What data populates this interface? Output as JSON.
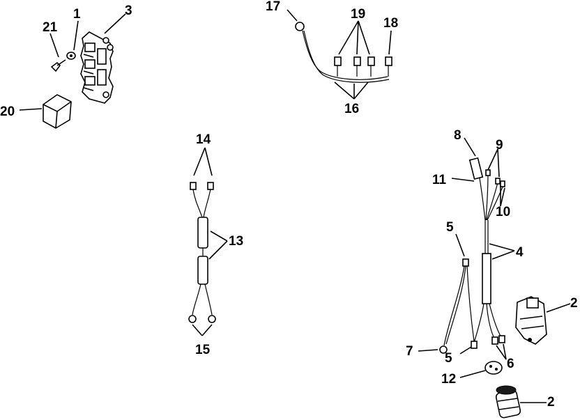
{
  "diagram": {
    "labels": {
      "l1": "1",
      "l2a": "2",
      "l2b": "2",
      "l3": "3",
      "l4": "4",
      "l5a": "5",
      "l5b": "5",
      "l6": "6",
      "l7": "7",
      "l8": "8",
      "l9": "9",
      "l10": "10",
      "l11": "11",
      "l12": "12",
      "l13": "13",
      "l14": "14",
      "l15": "15",
      "l16": "16",
      "l17": "17",
      "l18": "18",
      "l19": "19",
      "l20": "20",
      "l21": "21"
    },
    "parts": {
      "terminal_block": "terminal-block-icon",
      "relay": "relay-icon",
      "screw": "screw-icon",
      "washer": "washer-icon",
      "harness_small": "wire-harness-icon",
      "harness_top": "ground-wire-harness-icon",
      "harness_main": "main-wire-harness-icon",
      "solenoid_side": "solenoid-icon",
      "solenoid_bottom": "solenoid-icon",
      "grommet": "grommet-icon"
    }
  }
}
